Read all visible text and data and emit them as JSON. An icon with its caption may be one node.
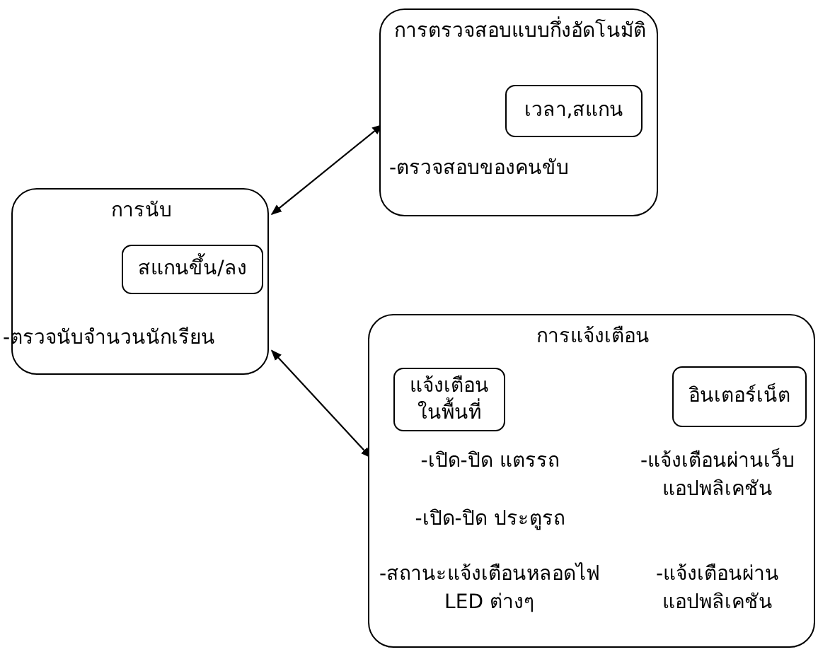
{
  "diagram": {
    "nodes": [
      {
        "text": [
          "การนับ",
          "-ตรวจนับจำนวนนักเรียน"
        ]
      },
      {
        "text": [
          "สแกนขึ้น/ลง"
        ],
        "in": 0
      },
      {
        "text": [
          "การตรวจสอบแบบกึ่งอัดโนมัติ",
          "-ตรวจสอบของคนขับ"
        ]
      },
      {
        "text": [
          "เวลา,สแกน"
        ],
        "in": 2
      },
      {
        "text": [
          "การแจ้งเตือน",
          "-เปิด-ปิด แตรรถ",
          "-เปิด-ปิด ประตูรถ",
          "-สถานะแจ้งเตือนหลอดไฟ LED ต่างๆ",
          "-แจ้งเตือนผ่านเว็บแอปพลิเคชัน",
          "-แจ้งเตือนผ่านแอปพลิเคชัน"
        ]
      },
      {
        "text": [
          "แจ้งเตือนในพื้นที่"
        ],
        "in": 4
      },
      {
        "text": [
          "อินเตอร์เน็ต"
        ],
        "in": 4
      }
    ],
    "edges": [
      {
        "from": 0,
        "to": 2,
        "arrow": "both"
      },
      {
        "from": 0,
        "to": 4,
        "arrow": "both"
      }
    ]
  }
}
